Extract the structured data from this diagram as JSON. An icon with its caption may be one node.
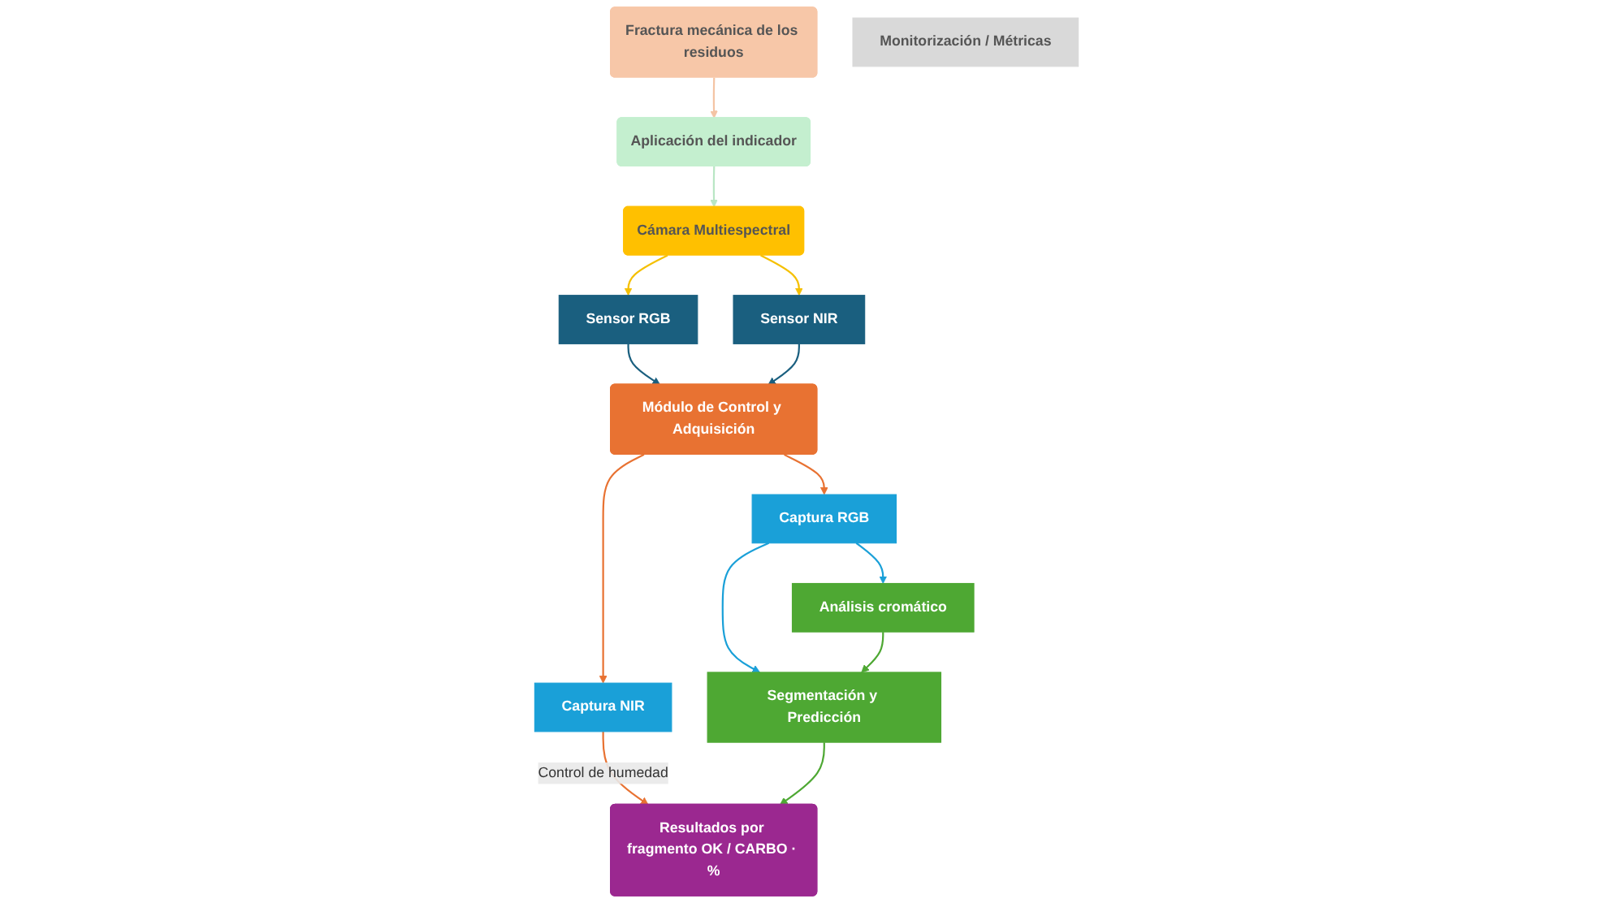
{
  "diagram": {
    "nodes": [
      {
        "text": [
          "Cámara Multiespectral"
        ]
      },
      {
        "text": [
          "Aplicación del indicador"
        ]
      },
      {
        "text": [
          "Fractura mecánica de los residuos"
        ]
      },
      {
        "text": [
          "Sensor RGB"
        ]
      },
      {
        "text": [
          "Sensor NIR"
        ]
      },
      {
        "text": [
          "Módulo de Control y Adquisición"
        ]
      },
      {
        "text": [
          "Captura NIR"
        ]
      },
      {
        "text": [
          "Captura RGB"
        ]
      },
      {
        "text": [
          "Análisis cromático"
        ]
      },
      {
        "text": [
          "Segmentación y Predicción"
        ]
      },
      {
        "text": [
          "Resultados por fragmento OK / CARBO · %"
        ]
      },
      {
        "text": [
          "Monitorización / Métricas"
        ]
      }
    ],
    "edges": [
      {
        "from": 2,
        "to": 1,
        "arrow": "to",
        "color": "#f4c4a4"
      },
      {
        "from": 1,
        "to": 0,
        "arrow": "to",
        "color": "#b9e6c4"
      },
      {
        "from": 0,
        "to": 3,
        "arrow": "to",
        "color": "#f5c000"
      },
      {
        "from": 0,
        "to": 4,
        "arrow": "to",
        "color": "#f5c000"
      },
      {
        "from": 3,
        "to": 5,
        "arrow": "to",
        "color": "#1a5f7f"
      },
      {
        "from": 4,
        "to": 5,
        "arrow": "to",
        "color": "#1a5f7f"
      },
      {
        "from": 5,
        "to": 6,
        "arrow": "to",
        "color": "#e87232"
      },
      {
        "from": 5,
        "to": 7,
        "arrow": "to",
        "color": "#e87232"
      },
      {
        "from": 6,
        "to": 10,
        "arrow": "to",
        "label": "Control de humedad",
        "color": "#e87232"
      },
      {
        "from": 7,
        "to": 8,
        "arrow": "to",
        "color": "#1aa0d8"
      },
      {
        "from": 7,
        "to": 9,
        "arrow": "to",
        "color": "#1aa0d8"
      },
      {
        "from": 8,
        "to": 9,
        "arrow": "to",
        "color": "#4ea833"
      },
      {
        "from": 9,
        "to": 10,
        "arrow": "to",
        "color": "#4ea833"
      }
    ]
  }
}
